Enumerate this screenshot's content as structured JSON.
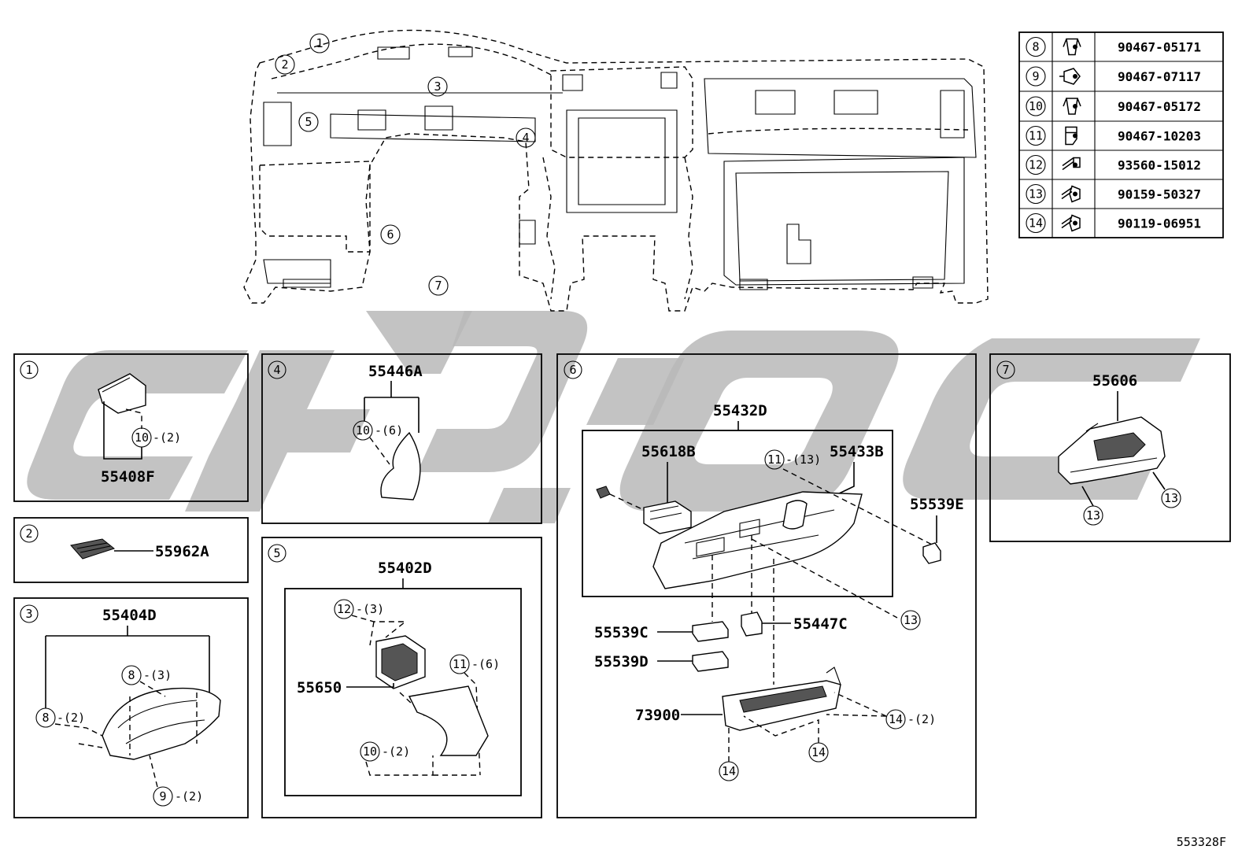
{
  "overview": {
    "callouts": [
      "1",
      "2",
      "3",
      "4",
      "5",
      "6",
      "7"
    ]
  },
  "fastener_table": [
    {
      "ref": "8",
      "part": "90467-05171",
      "icon": "clip-icon"
    },
    {
      "ref": "9",
      "part": "90467-07117",
      "icon": "grommet-icon"
    },
    {
      "ref": "10",
      "part": "90467-05172",
      "icon": "clip-icon"
    },
    {
      "ref": "11",
      "part": "90467-10203",
      "icon": "clip-nut-icon"
    },
    {
      "ref": "12",
      "part": "93560-15012",
      "icon": "screw-icon"
    },
    {
      "ref": "13",
      "part": "90159-50327",
      "icon": "bolt-icon"
    },
    {
      "ref": "14",
      "part": "90119-06951",
      "icon": "bolt-icon"
    }
  ],
  "panels": {
    "p1": {
      "num": "1",
      "part": "55408F",
      "fastener_ref": "10",
      "fastener_qty": "-(2)"
    },
    "p2": {
      "num": "2",
      "part": "55962A"
    },
    "p3": {
      "num": "3",
      "part": "55404D",
      "f8a_ref": "8",
      "f8a_qty": "-(3)",
      "f8b_ref": "8",
      "f8b_qty": "-(2)",
      "f9_ref": "9",
      "f9_qty": "-(2)"
    },
    "p4": {
      "num": "4",
      "part": "55446A",
      "fastener_ref": "10",
      "fastener_qty": "-(6)"
    },
    "p5": {
      "num": "5",
      "assembly": "55402D",
      "vent": "55650",
      "f12_ref": "12",
      "f12_qty": "-(3)",
      "f11_ref": "11",
      "f11_qty": "-(6)",
      "f10_ref": "10",
      "f10_qty": "-(2)"
    },
    "p6": {
      "num": "6",
      "assembly": "55432D",
      "p55618b": "55618B",
      "p55433b": "55433B",
      "p55539e": "55539E",
      "p55539c": "55539C",
      "p55539d": "55539D",
      "p55447c": "55447C",
      "p73900": "73900",
      "f11_ref": "11",
      "f11_qty": "-(13)",
      "f13_ref": "13",
      "f14a_ref": "14",
      "f14a_qty": "-(2)",
      "f14b_ref": "14",
      "f14c_ref": "14"
    },
    "p7": {
      "num": "7",
      "part": "55606",
      "f13a_ref": "13",
      "f13b_ref": "13"
    }
  },
  "illustration_code": "553328F",
  "colors": {
    "ink": "#000000",
    "watermark": "#b9b9b9",
    "paper": "#ffffff"
  }
}
